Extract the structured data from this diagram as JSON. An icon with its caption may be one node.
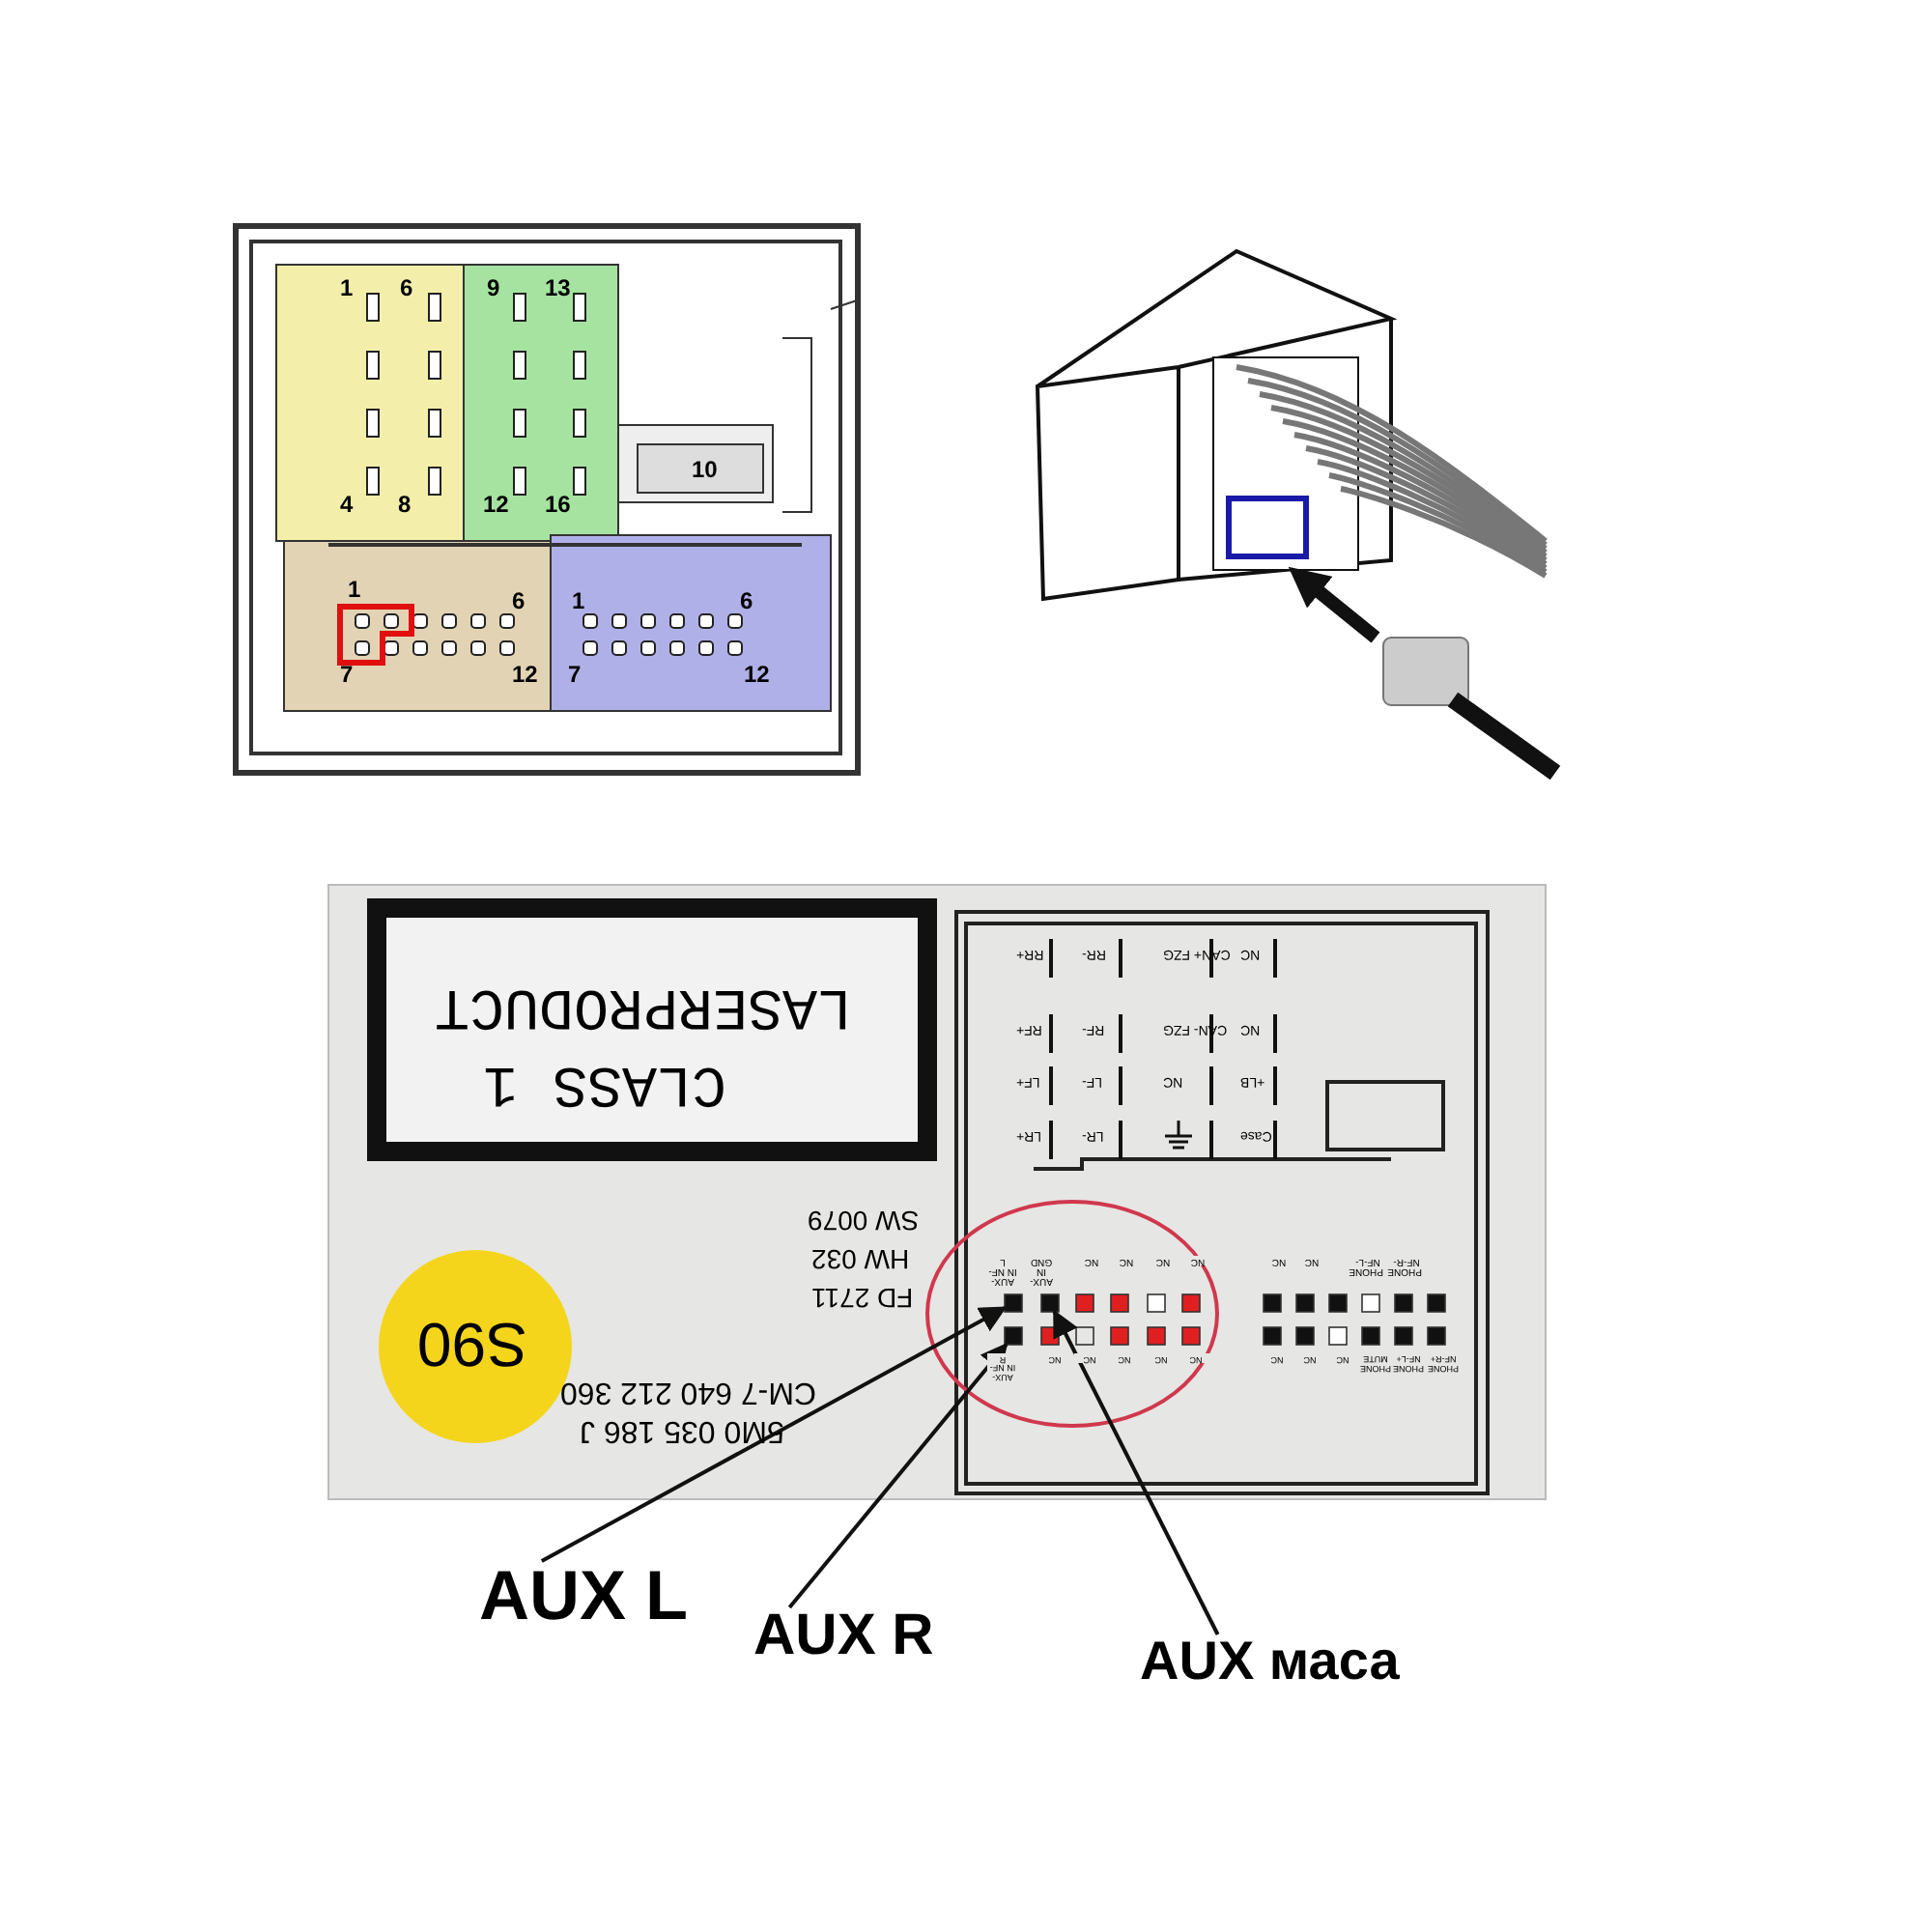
{
  "diagram": {
    "nodes": [
      {
        "text": [
          "AUX L"
        ]
      },
      {
        "text": [
          "AUX R"
        ]
      },
      {
        "text": [
          "AUX маса"
        ]
      },
      {
        "text": [],
        "shape": "box"
      },
      {
        "text": [],
        "shape": "box"
      },
      {
        "text": [],
        "shape": "box"
      }
    ],
    "edges": [
      {
        "from": 0,
        "to": 3,
        "arrow": "to"
      },
      {
        "from": 1,
        "to": 4,
        "arrow": "to"
      },
      {
        "from": 2,
        "to": 5,
        "arrow": "to"
      }
    ],
    "labels": [
      "1",
      "6",
      "9",
      "13",
      "10",
      "4",
      "8",
      "12",
      "16",
      "1",
      "6",
      "1",
      "6",
      "7",
      "12",
      "7",
      "12",
      "LASERPRODUCT",
      "CLASS 1",
      "SW 0079",
      "HW 032",
      "FD 2711",
      "S90",
      "CM-7 640 212 360",
      "5M0 035 186 J",
      "RR+",
      "RR-",
      "CAN+ FZG",
      "NC",
      "RF+",
      "RF-",
      "CAN- FZG",
      "NC",
      "LF+",
      "LF-",
      "NC",
      "+LB",
      "LR+",
      "LR-",
      "Case",
      "AUX- IN NF-L",
      "AUX- IN GND",
      "NC",
      "NC",
      "NC",
      "NC",
      "NC",
      "NC",
      "PHONE NF-L-",
      "PHONE NF-R-",
      "AUX- IN NF-R",
      "NC",
      "NC",
      "NC",
      "NC",
      "NC",
      "NC",
      "NC",
      "NC",
      "PHONE MUTE",
      "PHONE NF-L+",
      "PHONE NF-R+"
    ]
  }
}
